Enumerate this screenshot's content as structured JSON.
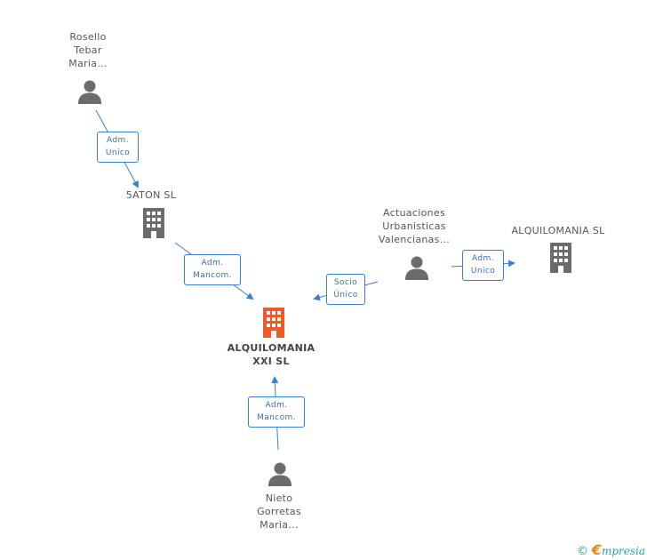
{
  "nodes": {
    "rosello": {
      "lines": [
        "Rosello",
        "Tebar",
        "Maria..."
      ],
      "kind": "person-icon"
    },
    "saton": {
      "lines": [
        "5ATON SL"
      ],
      "kind": "building-icon"
    },
    "actuaciones": {
      "lines": [
        "Actuaciones",
        "Urbanisticas",
        "Valencianas..."
      ],
      "kind": "person-icon"
    },
    "alquilomania_sl": {
      "lines": [
        "ALQUILOMANIA SL"
      ],
      "kind": "building-icon"
    },
    "center": {
      "lines": [
        "ALQUILOMANIA",
        "XXI SL"
      ],
      "kind": "building-icon"
    },
    "nieto": {
      "lines": [
        "Nieto",
        "Gorretas",
        "Maria..."
      ],
      "kind": "person-icon"
    }
  },
  "relations": {
    "rosello_saton": [
      "Adm.",
      "Unico"
    ],
    "saton_center": [
      "Adm.",
      "Mancom."
    ],
    "actuaciones_center": [
      "Socio",
      "Único"
    ],
    "actuaciones_alquilomania": [
      "Adm.",
      "Unico"
    ],
    "nieto_center": [
      "Adm.",
      "Mancom."
    ]
  },
  "colors": {
    "icon_gray": "#6b6b6b",
    "icon_highlight": "#f05a28",
    "edge": "#3b7fd4"
  },
  "footer": {
    "copyright": "©",
    "brand_e": "€",
    "brand_rest": "mpresia"
  }
}
